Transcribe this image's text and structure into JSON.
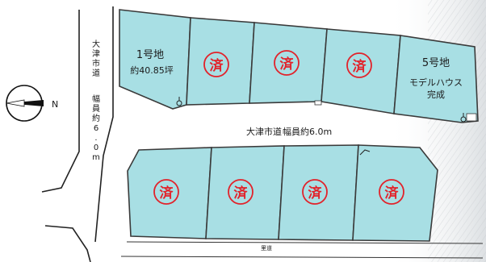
{
  "compass": {
    "letter": "N"
  },
  "sold_marker": {
    "text": "済",
    "color": "#e2222a"
  },
  "lot_color": "#a8dfe4",
  "lots": {
    "lot1": {
      "number": "1号地",
      "area": "約40.85坪"
    },
    "lot5": {
      "number": "5号地",
      "note_line1": "モデルハウス",
      "note_line2": "完成"
    },
    "sold_lots": [
      "2",
      "3",
      "4",
      "6",
      "7",
      "8",
      "9"
    ]
  },
  "roads": {
    "middle": {
      "name": "大津市道",
      "width": "幅員約6.0m"
    },
    "west": {
      "name": "大津市道",
      "width": "幅員約6.0m"
    },
    "south": {
      "name": "里道"
    }
  }
}
